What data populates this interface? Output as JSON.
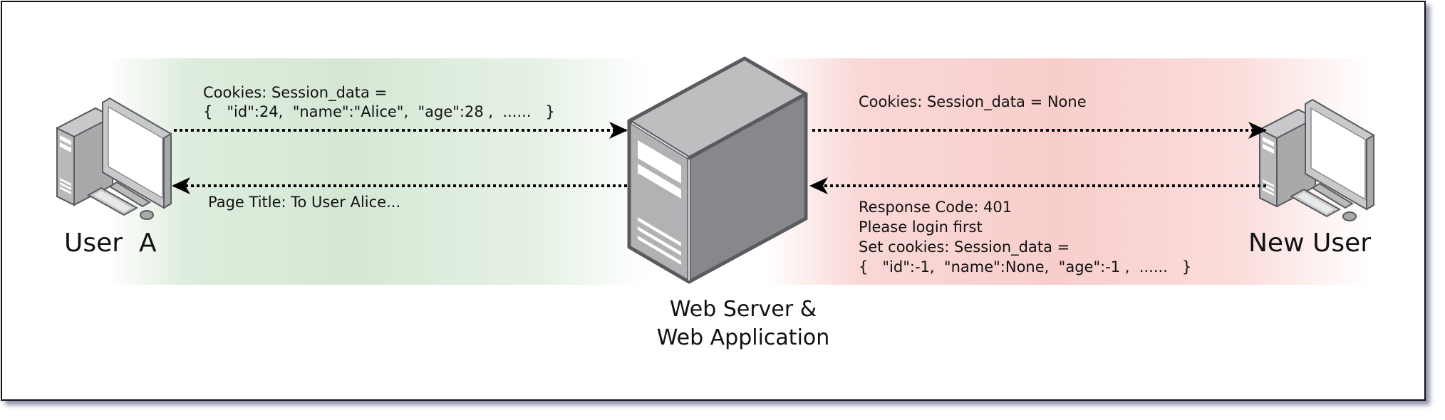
{
  "diagram": {
    "title": "Session cookie flow: authenticated user vs. new user",
    "colors": {
      "allowed_band": "#d5e8d4",
      "denied_band": "#f8cecc",
      "device_light": "#c8c9cb",
      "device_mid": "#a8a9ab",
      "device_dark": "#87888a",
      "outline": "#5a5b5e",
      "arrow": "#000000"
    },
    "nodes": {
      "user_a": {
        "label": "User  A",
        "icon": "desktop-computer-icon"
      },
      "server": {
        "label_line1": "Web Server &",
        "label_line2": "Web Application",
        "icon": "server-tower-icon"
      },
      "new_user": {
        "label": "New User",
        "icon": "desktop-computer-icon"
      }
    },
    "edges": {
      "user_a_request": {
        "from": "User A",
        "to": "Web Server",
        "line1": "Cookies: Session_data =",
        "line2": "{   \"id\":24,  \"name\":\"Alice\",  \"age\":28 ,  ......   }",
        "style": "dotted"
      },
      "user_a_response": {
        "from": "Web Server",
        "to": "User A",
        "line1": "Page Title: To User Alice...",
        "style": "dotted"
      },
      "new_user_request": {
        "from": "Web Server",
        "to": "New User",
        "line1": "Cookies: Session_data = None",
        "style": "dotted"
      },
      "new_user_response": {
        "from": "New User",
        "to": "Web Server",
        "line1": "Response Code: 401",
        "line2": "Please login first",
        "line3": "Set cookies: Session_data =",
        "line4": "{   \"id\":-1,  \"name\":None,  \"age\":-1 ,  ......   }",
        "style": "dotted"
      }
    }
  }
}
